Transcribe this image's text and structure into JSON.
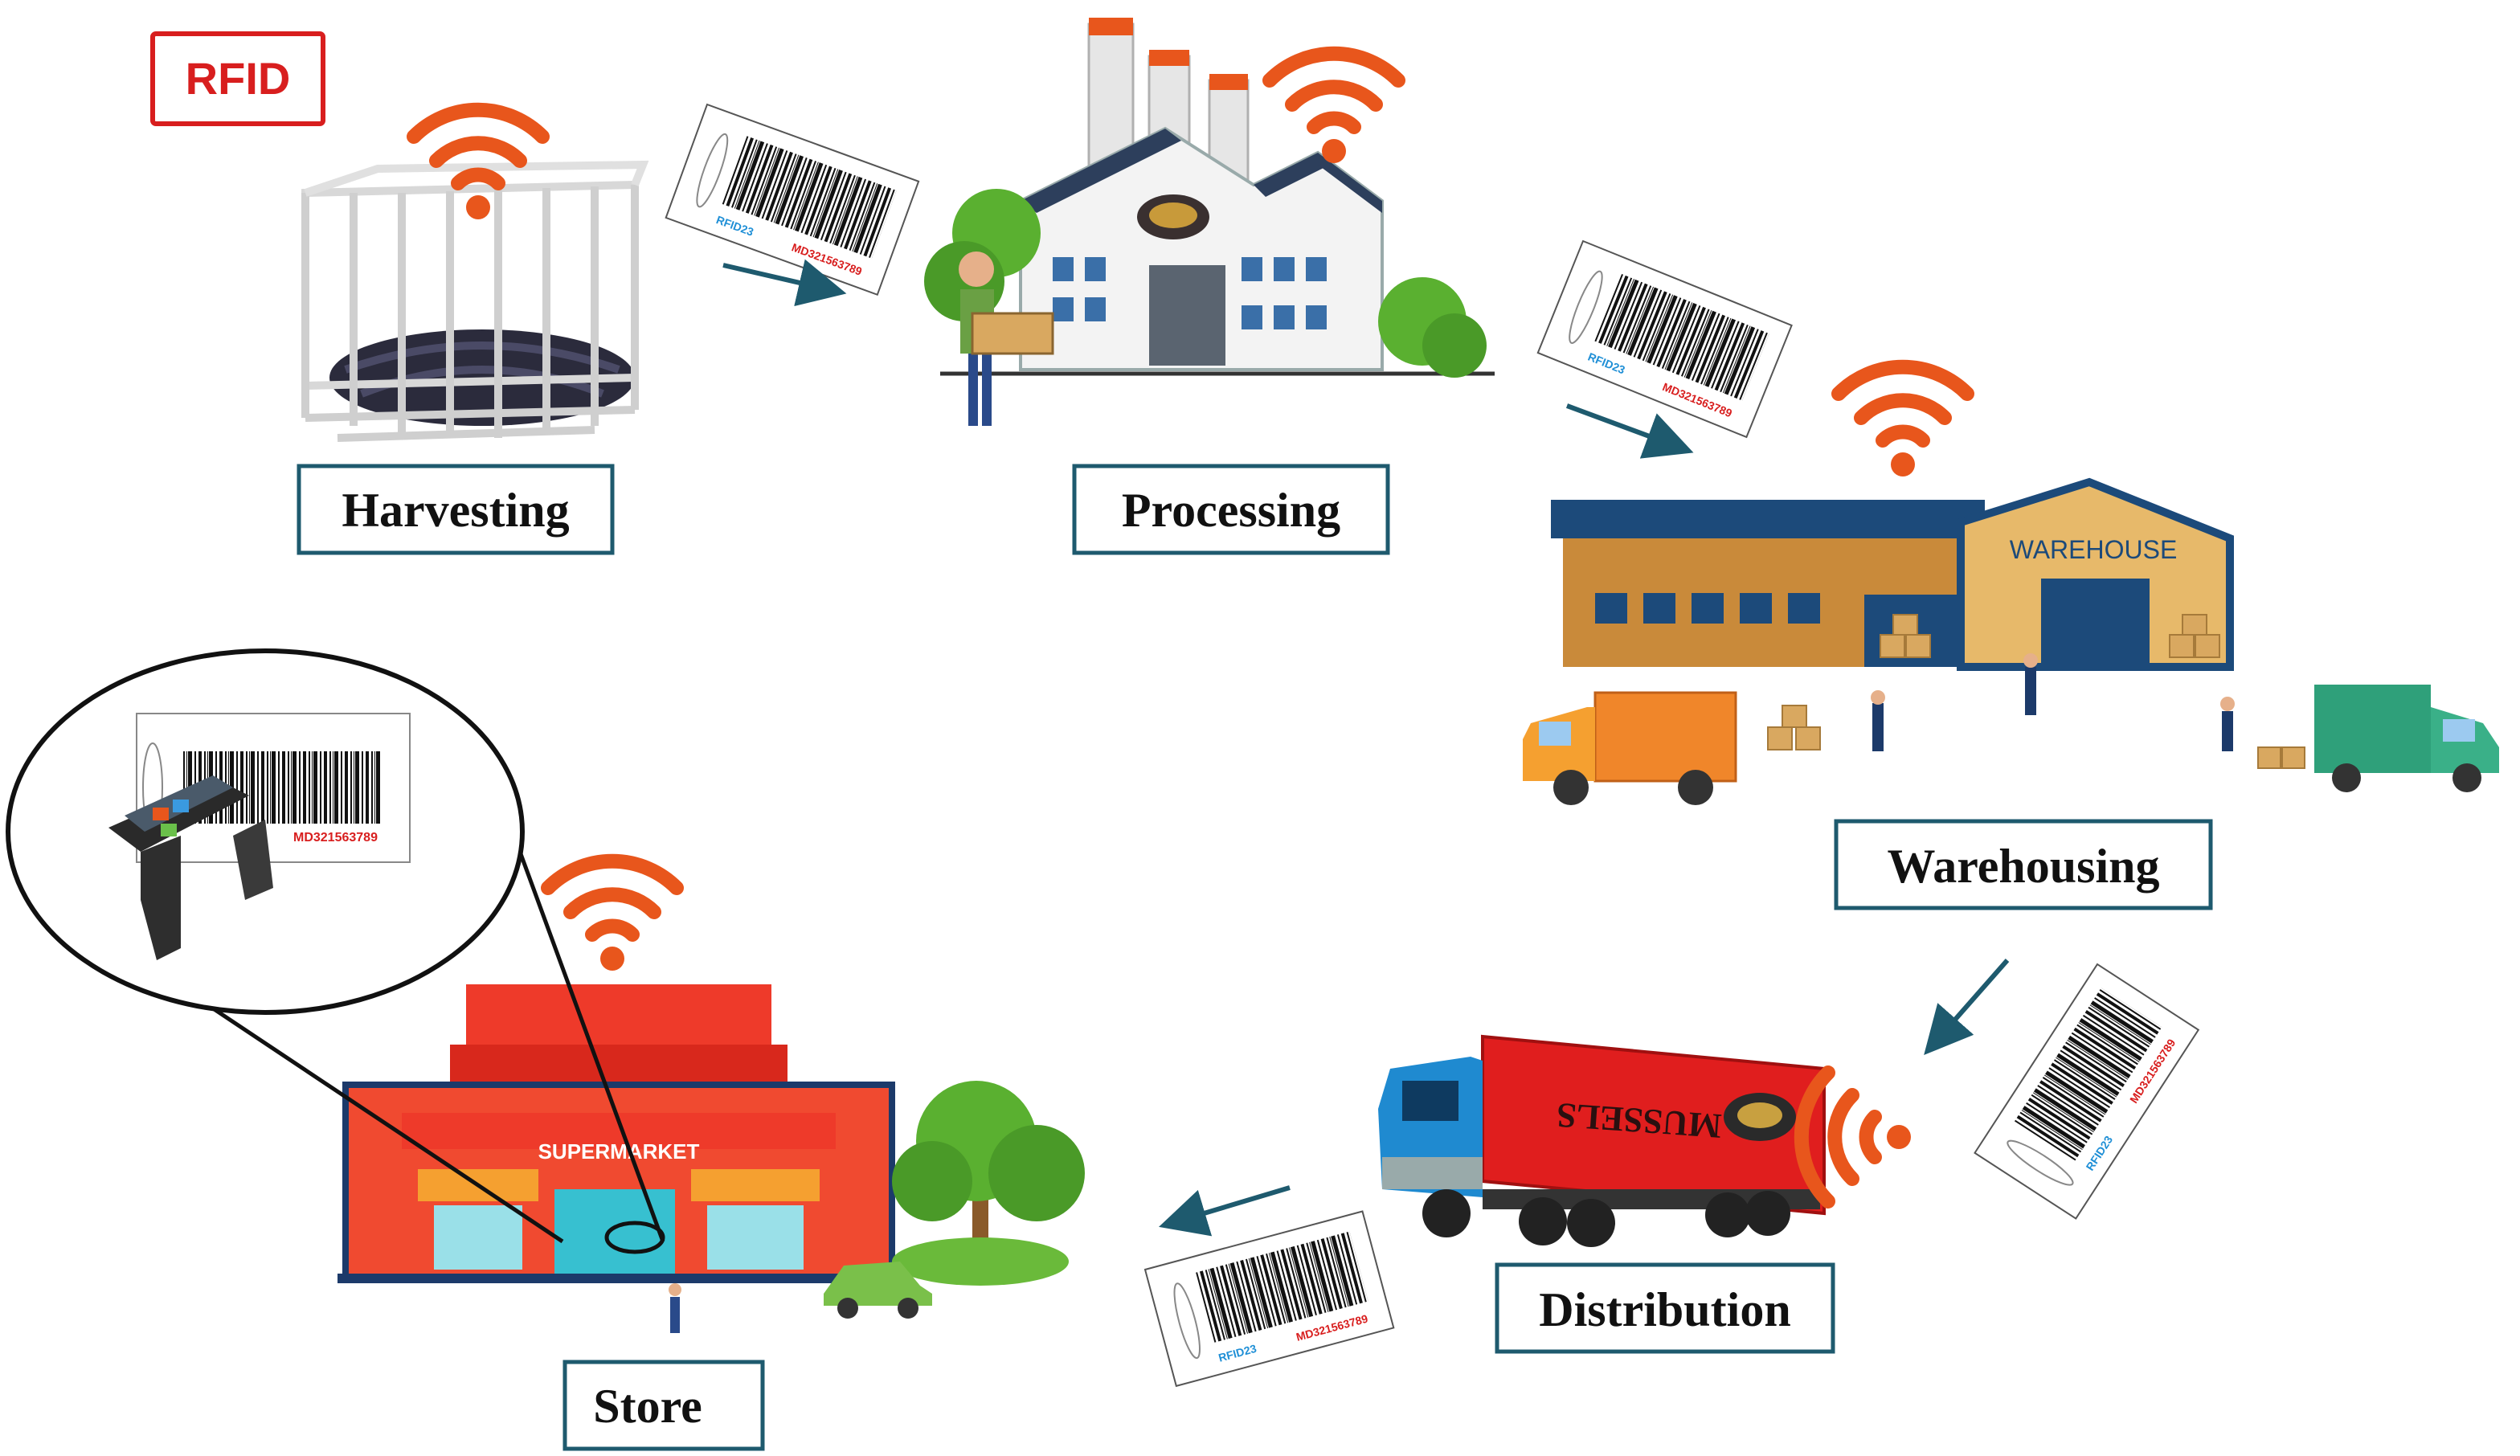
{
  "badge": {
    "label": "RFID",
    "color": "#d81e1e"
  },
  "stages": {
    "harvesting": {
      "label": "Harvesting"
    },
    "processing": {
      "label": "Processing"
    },
    "warehousing": {
      "label": "Warehousing"
    },
    "distribution": {
      "label": "Distribution"
    },
    "store": {
      "label": "Store"
    }
  },
  "tags": {
    "id": "RFID23",
    "code": "MD321563789"
  },
  "signs": {
    "warehouse": "WAREHOUSE",
    "supermarket": "SUPERMARKET",
    "truck": "MUSSELS"
  },
  "icons": {
    "cage": "cage-icon",
    "factory": "factory-icon",
    "warehouse": "warehouse-icon",
    "truck": "truck-icon",
    "store": "supermarket-icon",
    "scanner": "rfid-scanner-icon",
    "signal": "wifi-signal-icon",
    "tag": "barcode-tag-icon"
  },
  "colors": {
    "signal": "#e8561c",
    "box_border": "#1e5a6e",
    "arrow": "#1e5a6e",
    "tag_id": "#1f8fd6",
    "tag_code": "#d81e1e"
  }
}
